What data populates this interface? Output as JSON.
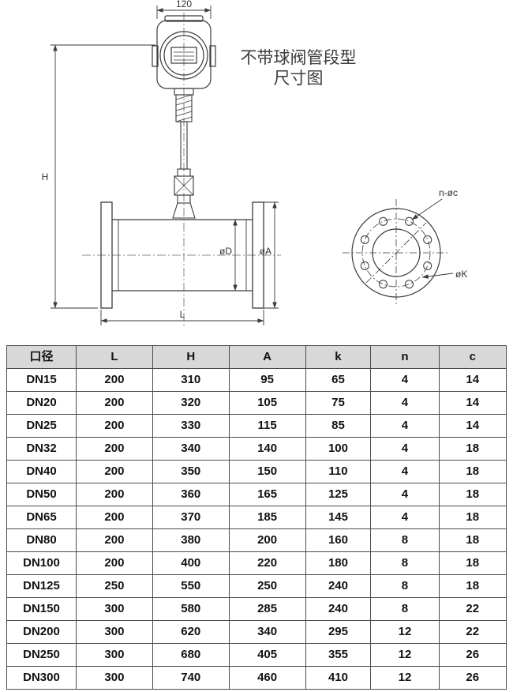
{
  "drawing": {
    "title_line1": "不带球阀管段型",
    "title_line2": "尺寸图",
    "dim_width": "120",
    "dim_height": "H",
    "dim_inner_diameter": "øD",
    "dim_flange_diameter": "øA",
    "dim_length": "L",
    "flange_bolt_holes": "n-øc",
    "flange_bolt_circle": "øK"
  },
  "table": {
    "headers": [
      "口径",
      "L",
      "H",
      "A",
      "k",
      "n",
      "c"
    ],
    "rows": [
      [
        "DN15",
        "200",
        "310",
        "95",
        "65",
        "4",
        "14"
      ],
      [
        "DN20",
        "200",
        "320",
        "105",
        "75",
        "4",
        "14"
      ],
      [
        "DN25",
        "200",
        "330",
        "115",
        "85",
        "4",
        "14"
      ],
      [
        "DN32",
        "200",
        "340",
        "140",
        "100",
        "4",
        "18"
      ],
      [
        "DN40",
        "200",
        "350",
        "150",
        "110",
        "4",
        "18"
      ],
      [
        "DN50",
        "200",
        "360",
        "165",
        "125",
        "4",
        "18"
      ],
      [
        "DN65",
        "200",
        "370",
        "185",
        "145",
        "4",
        "18"
      ],
      [
        "DN80",
        "200",
        "380",
        "200",
        "160",
        "8",
        "18"
      ],
      [
        "DN100",
        "200",
        "400",
        "220",
        "180",
        "8",
        "18"
      ],
      [
        "DN125",
        "250",
        "550",
        "250",
        "240",
        "8",
        "18"
      ],
      [
        "DN150",
        "300",
        "580",
        "285",
        "240",
        "8",
        "22"
      ],
      [
        "DN200",
        "300",
        "620",
        "340",
        "295",
        "12",
        "22"
      ],
      [
        "DN250",
        "300",
        "680",
        "405",
        "355",
        "12",
        "26"
      ],
      [
        "DN300",
        "300",
        "740",
        "460",
        "410",
        "12",
        "26"
      ]
    ]
  },
  "colors": {
    "line": "#3a3a3a",
    "header_bg": "#d8d8d8",
    "border": "#4a4a4a"
  }
}
